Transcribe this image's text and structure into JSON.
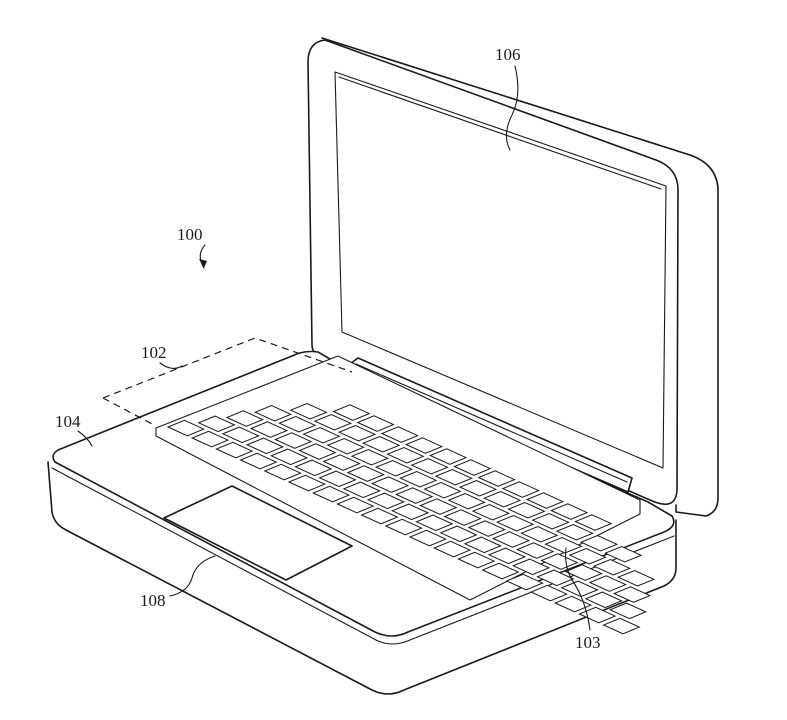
{
  "figure": {
    "labels": {
      "device": "100",
      "keyboard_region": "102",
      "key": "103",
      "base": "104",
      "display": "106",
      "trackpad": "108"
    },
    "colors": {
      "line": "#1a1a1a",
      "background": "#ffffff"
    }
  }
}
